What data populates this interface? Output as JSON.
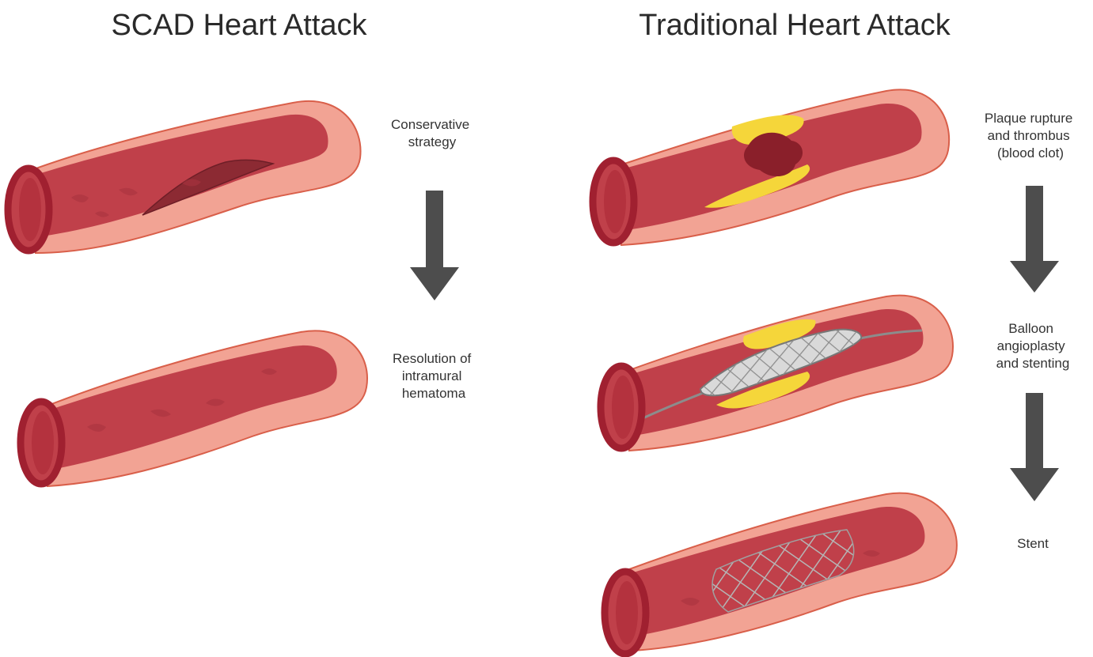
{
  "scad": {
    "title": "SCAD Heart Attack",
    "step1": [
      "Conservative",
      "strategy"
    ],
    "step2": [
      "Resolution of",
      "intramural",
      "hematoma"
    ]
  },
  "traditional": {
    "title": "Traditional Heart Attack",
    "step1": [
      "Plaque rupture",
      "and thrombus",
      "(blood clot)"
    ],
    "step2": [
      "Balloon",
      "angioplasty",
      "and stenting"
    ],
    "step3": [
      "Stent"
    ]
  },
  "colors": {
    "vessel_outer": "#f2a394",
    "vessel_outline": "#d95f4a",
    "lumen": "#c0404a",
    "lumen_dark": "#9e2a36",
    "opening_rim": "#a02030",
    "hematoma": "#8c2a33",
    "plaque": "#f5d63a",
    "thrombus": "#8a1f2a",
    "arrow": "#4d4d4d",
    "stent": "#9a9a9a"
  }
}
